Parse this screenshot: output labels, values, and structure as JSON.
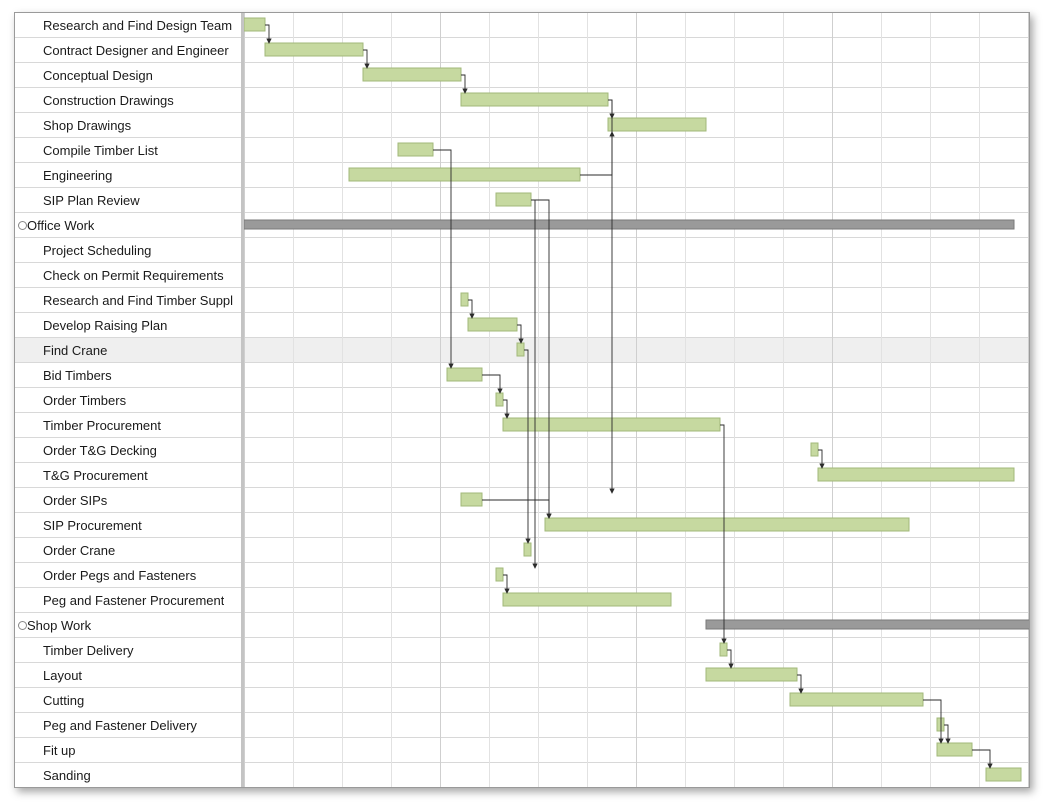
{
  "tasks": [
    {
      "name": "Research and Find Design Team",
      "kind": "task",
      "start": 0,
      "dur": 3
    },
    {
      "name": "Contract Designer and Engineer",
      "kind": "task",
      "start": 3,
      "dur": 14
    },
    {
      "name": "Conceptual Design",
      "kind": "task",
      "start": 17,
      "dur": 14
    },
    {
      "name": "Construction Drawings",
      "kind": "task",
      "start": 31,
      "dur": 21
    },
    {
      "name": "Shop Drawings",
      "kind": "task",
      "start": 52,
      "dur": 14
    },
    {
      "name": "Compile Timber List",
      "kind": "task",
      "start": 22,
      "dur": 5
    },
    {
      "name": "Engineering",
      "kind": "task",
      "start": 15,
      "dur": 33
    },
    {
      "name": "SIP Plan Review",
      "kind": "task",
      "start": 36,
      "dur": 5
    },
    {
      "name": "Office Work",
      "kind": "summary",
      "start": 0,
      "dur": 110
    },
    {
      "name": "Project Scheduling",
      "kind": "task"
    },
    {
      "name": "Check on Permit Requirements",
      "kind": "task"
    },
    {
      "name": "Research and Find Timber Suppl",
      "kind": "task",
      "start": 31,
      "dur": 1
    },
    {
      "name": "Develop Raising Plan",
      "kind": "task",
      "start": 32,
      "dur": 7
    },
    {
      "name": "Find Crane",
      "kind": "task",
      "start": 39,
      "dur": 1
    },
    {
      "name": "Bid Timbers",
      "kind": "task",
      "start": 29,
      "dur": 5
    },
    {
      "name": "Order Timbers",
      "kind": "task",
      "start": 36,
      "dur": 1
    },
    {
      "name": "Timber Procurement",
      "kind": "task",
      "start": 37,
      "dur": 31
    },
    {
      "name": "Order T&G Decking",
      "kind": "task",
      "start": 81,
      "dur": 1
    },
    {
      "name": "T&G Procurement",
      "kind": "task",
      "start": 82,
      "dur": 28
    },
    {
      "name": "Order SIPs",
      "kind": "task",
      "start": 31,
      "dur": 3
    },
    {
      "name": "SIP Procurement",
      "kind": "task",
      "start": 43,
      "dur": 52
    },
    {
      "name": "Order Crane",
      "kind": "task",
      "start": 40,
      "dur": 1
    },
    {
      "name": "Order Pegs and Fasteners",
      "kind": "task",
      "start": 36,
      "dur": 1
    },
    {
      "name": "Peg and Fastener Procurement",
      "kind": "task",
      "start": 37,
      "dur": 24
    },
    {
      "name": "Shop Work",
      "kind": "summary",
      "start": 66,
      "dur": 49
    },
    {
      "name": "Timber Delivery",
      "kind": "task",
      "start": 68,
      "dur": 1
    },
    {
      "name": "Layout",
      "kind": "task",
      "start": 66,
      "dur": 13
    },
    {
      "name": "Cutting",
      "kind": "task",
      "start": 78,
      "dur": 19
    },
    {
      "name": "Peg and Fastener Delivery",
      "kind": "task",
      "start": 99,
      "dur": 1
    },
    {
      "name": "Fit up",
      "kind": "task",
      "start": 99,
      "dur": 5
    },
    {
      "name": "Sanding",
      "kind": "task",
      "start": 106,
      "dur": 5
    }
  ],
  "selected_row": 13,
  "links": [
    [
      0,
      1
    ],
    [
      1,
      2
    ],
    [
      2,
      3
    ],
    [
      3,
      4
    ],
    [
      6,
      4
    ],
    [
      5,
      14
    ],
    [
      7,
      20
    ],
    [
      3,
      19
    ],
    [
      11,
      12
    ],
    [
      12,
      13
    ],
    [
      14,
      15
    ],
    [
      15,
      16
    ],
    [
      17,
      18
    ],
    [
      19,
      20
    ],
    [
      13,
      21
    ],
    [
      7,
      22
    ],
    [
      22,
      23
    ],
    [
      16,
      25
    ],
    [
      25,
      26
    ],
    [
      26,
      27
    ],
    [
      27,
      29
    ],
    [
      28,
      29
    ],
    [
      29,
      30
    ]
  ],
  "colors": {
    "bar_fill": "#c6d9a0",
    "bar_stroke": "#a2b87a",
    "summary_fill": "#9a9a9a",
    "gridline": "#e2e2e2",
    "link": "#2b2b2b"
  }
}
